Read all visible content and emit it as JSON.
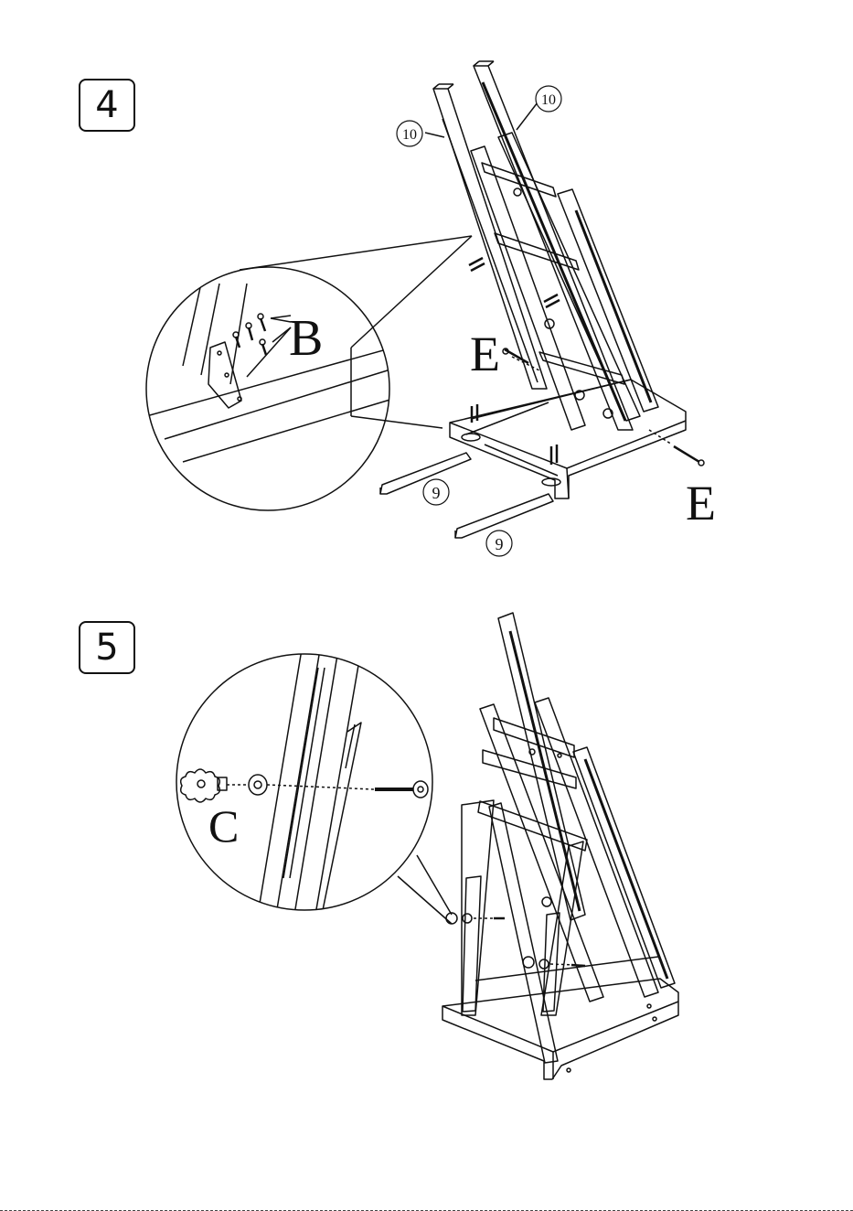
{
  "steps": [
    {
      "number": "4",
      "labels": {
        "part_10_a": "10",
        "part_10_b": "10",
        "part_9_a": "9",
        "part_9_b": "9",
        "screw_b": "B",
        "bolt_e_a": "E",
        "bolt_e_b": "E"
      }
    },
    {
      "number": "5",
      "labels": {
        "knob_c": "C"
      }
    }
  ]
}
